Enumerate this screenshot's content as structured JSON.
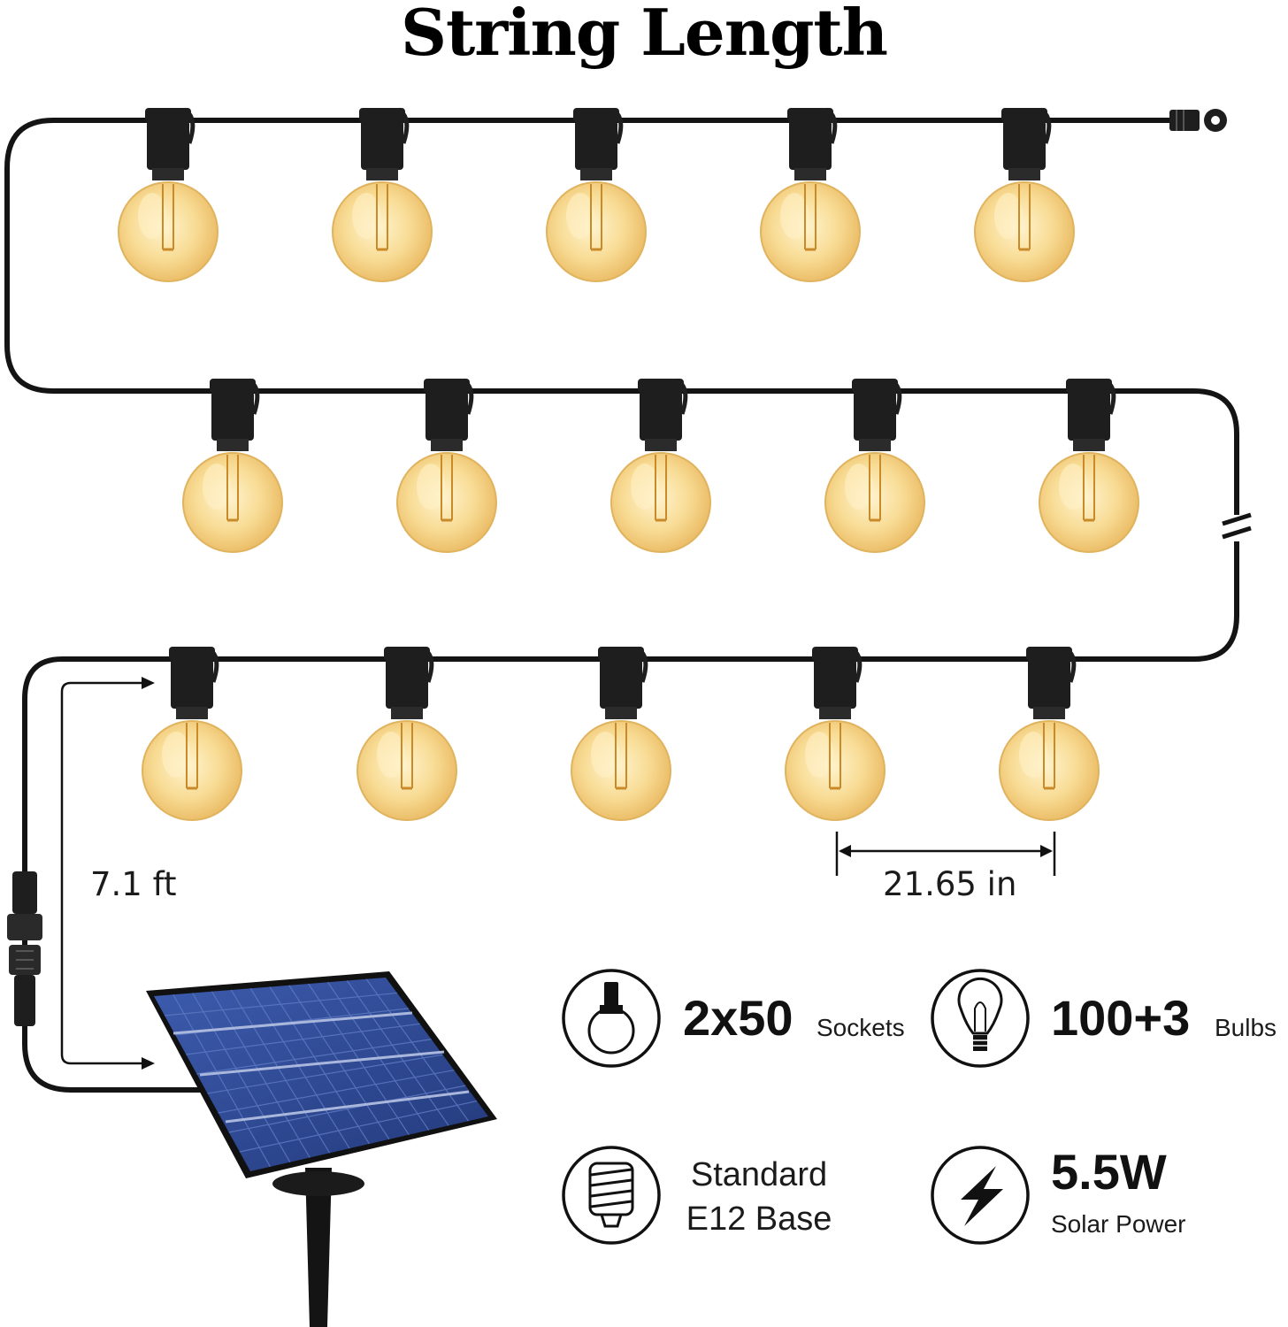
{
  "title": "String Length",
  "measurements": {
    "lead_cable": "7.1 ft",
    "bulb_spacing": "21.65 in"
  },
  "features": [
    {
      "value": "2x50",
      "unit": "Sockets",
      "icon": "socket-bulb-icon"
    },
    {
      "value": "100+3",
      "unit": "Bulbs",
      "icon": "filament-bulb-icon"
    },
    {
      "line1": "Standard",
      "line2": "E12 Base",
      "icon": "e12-base-icon"
    },
    {
      "value": "5.5W",
      "unit": "Solar Power",
      "icon": "lightning-bolt-icon"
    }
  ],
  "colors": {
    "cable": "#141414",
    "bulb_glow": "#f6d58c",
    "bulb_core": "#fff0c6",
    "socket": "#1e1e1e",
    "panel": "#2f4f9a"
  }
}
